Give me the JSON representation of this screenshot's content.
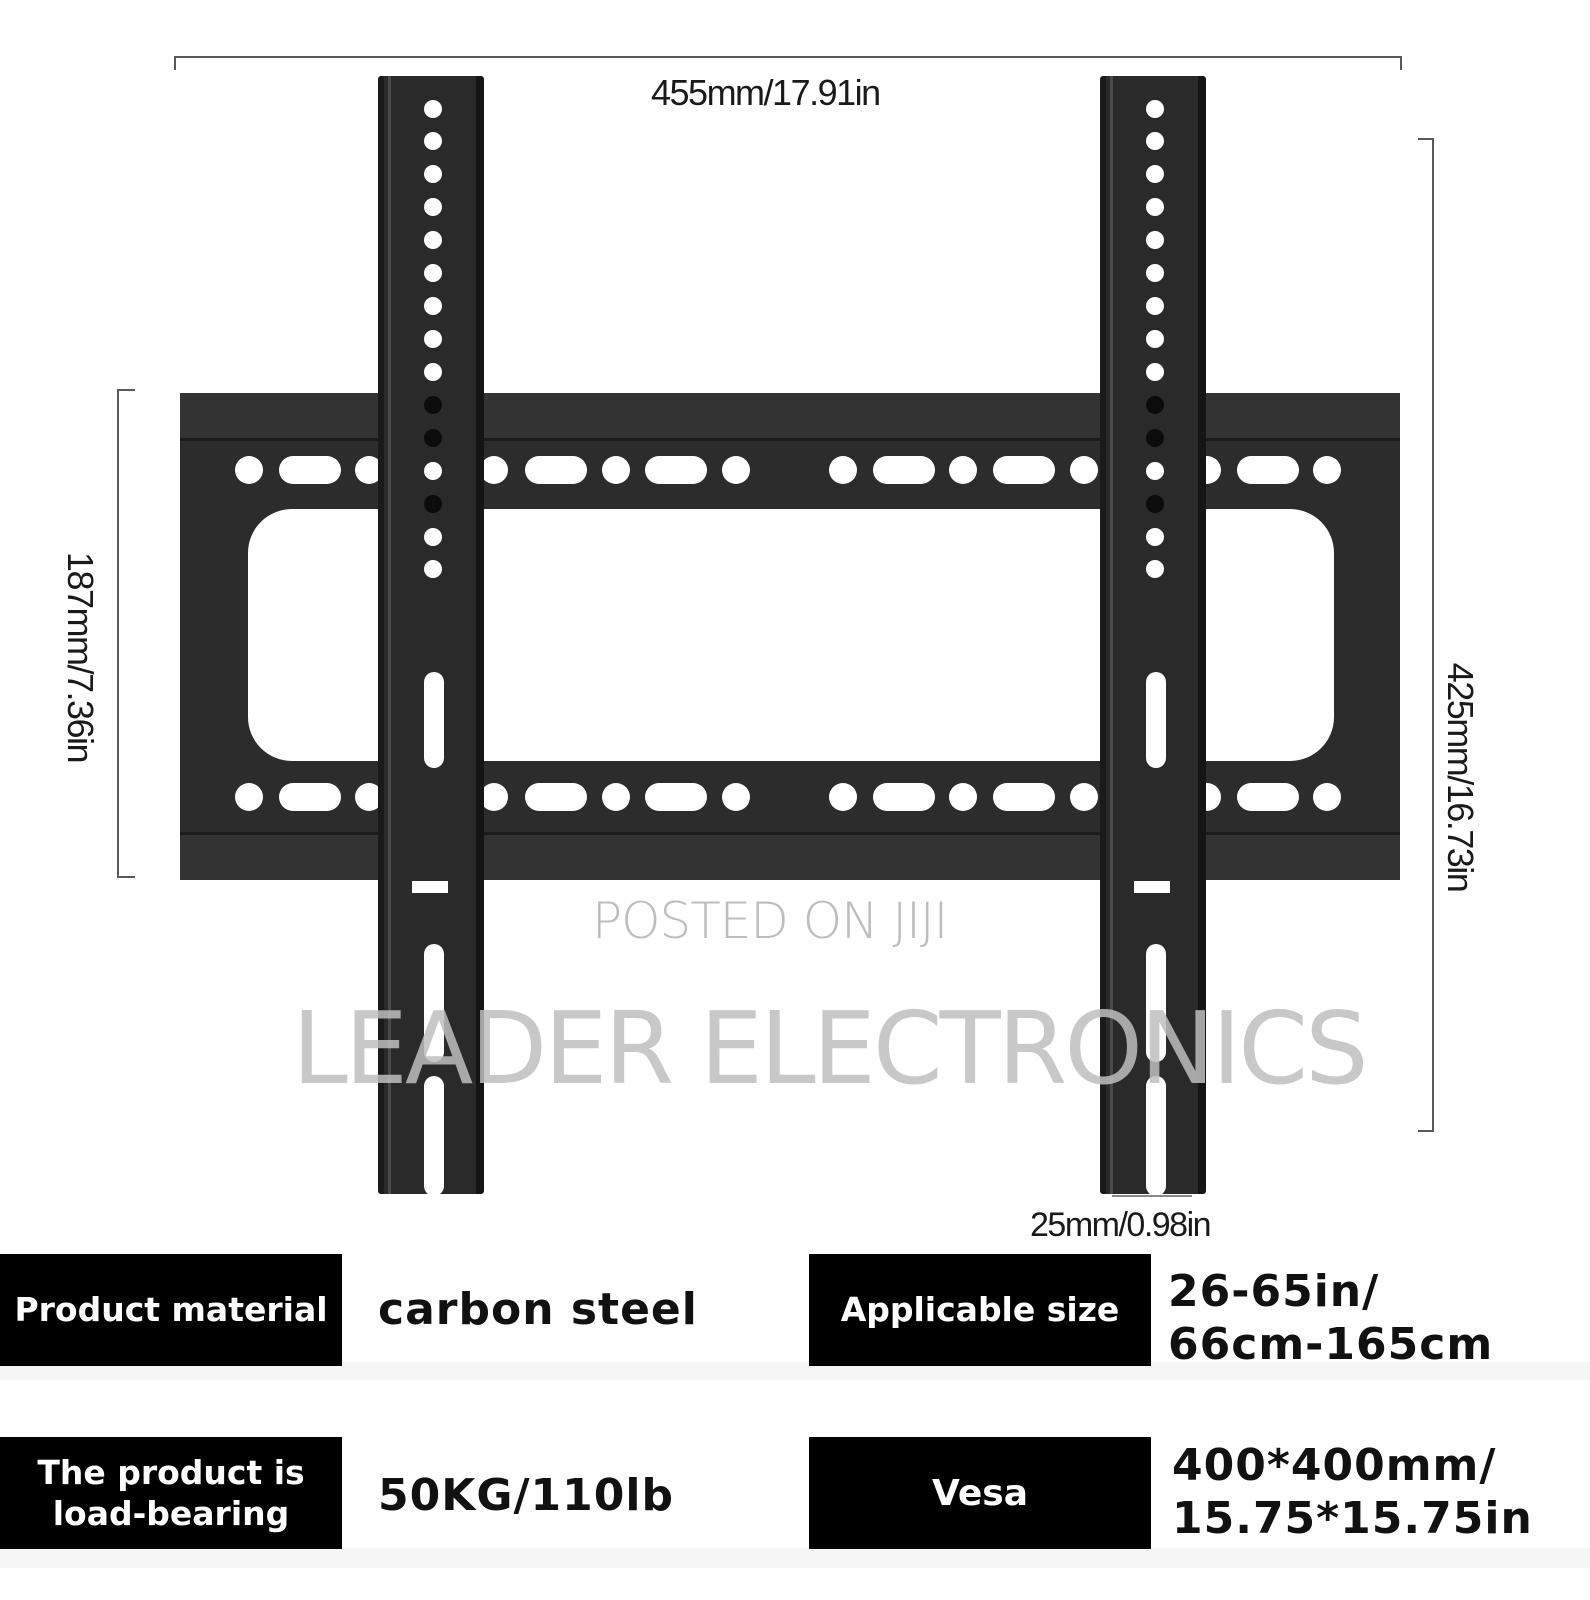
{
  "dimensions": {
    "width_top": "455mm/17.91in",
    "height_left": "187mm/7.36in",
    "height_right": "425mm/16.73in",
    "upright_width": "25mm/0.98in"
  },
  "watermark": {
    "line1": "POSTED ON JIJI",
    "line2": "LEADER ELECTRONICS"
  },
  "specs": [
    {
      "label": "Product material",
      "value": "carbon steel"
    },
    {
      "label": "Applicable size",
      "value_line1": "26-65in/",
      "value_line2": "66cm-165cm"
    },
    {
      "label_line1": "The product is",
      "label_line2": "load-bearing",
      "value": "50KG/110lb"
    },
    {
      "label": "Vesa",
      "value_line1": "400*400mm/",
      "value_line2": "15.75*15.75in"
    }
  ],
  "colors": {
    "bracket": "#2c2c2c",
    "label_bg": "#000000",
    "label_text": "#ffffff",
    "watermark": "#bdbdbd"
  }
}
